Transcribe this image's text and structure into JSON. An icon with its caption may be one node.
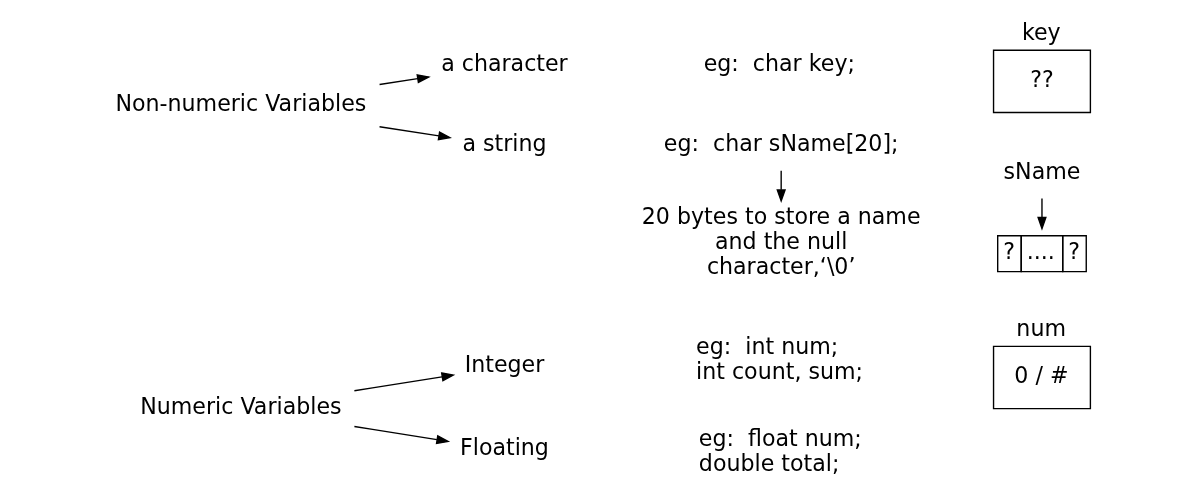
{
  "diagram": {
    "nodes": [
      {
        "text": [
          "Numeric Variables"
        ]
      },
      {
        "text": [
          "Integer"
        ]
      },
      {
        "text": [
          "Floating"
        ]
      },
      {
        "text": [
          "Non-numeric Variables"
        ]
      },
      {
        "text": [
          "a character"
        ]
      },
      {
        "text": [
          "a string"
        ]
      },
      {
        "text": [
          "eg:  char sName[20];"
        ]
      },
      {
        "text": [
          "20 bytes to store a name and the null character,‘\\0’"
        ]
      },
      {
        "text": [
          "sName"
        ]
      },
      {
        "text": [
          "?",
          "....",
          "?"
        ]
      },
      {
        "text": [
          "num",
          "0 / #"
        ]
      },
      {
        "text": [
          "key",
          "??"
        ]
      }
    ],
    "edges": [
      {
        "from": 0,
        "to": 1,
        "arrow": "to"
      },
      {
        "from": 0,
        "to": 2,
        "arrow": "to"
      },
      {
        "from": 3,
        "to": 4,
        "arrow": "to"
      },
      {
        "from": 3,
        "to": 5,
        "arrow": "to"
      },
      {
        "from": 6,
        "to": 7,
        "arrow": "to"
      },
      {
        "from": 8,
        "to": 9,
        "arrow": "to"
      }
    ],
    "labels": [
      "eg:  int num; int count, sum;",
      "eg:  float num; double total;",
      "eg:  char key;"
    ]
  }
}
